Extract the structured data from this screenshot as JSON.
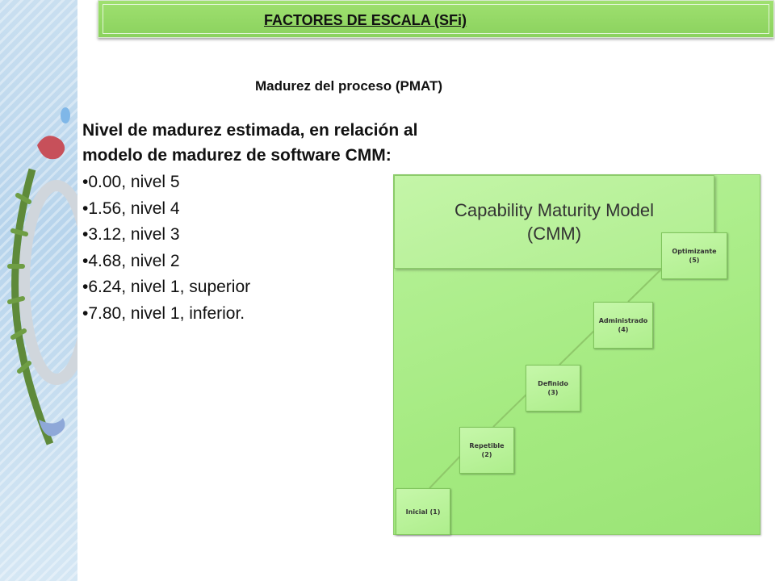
{
  "header": {
    "title": "FACTORES DE ESCALA (SFi)"
  },
  "subtitle": "Madurez del proceso (PMAT)",
  "content": {
    "intro": "Nivel de madurez estimada, en relación al modelo de madurez de software CMM:",
    "levels": [
      "•0.00, nivel 5",
      "•1.56, nivel 4",
      "•3.12, nivel 3",
      "•4.68, nivel 2",
      "•6.24, nivel 1, superior",
      "•7.80, nivel 1, inferior."
    ]
  },
  "diagram": {
    "title_line1": "Capability Maturity Model",
    "title_line2": "(CMM)",
    "stages": [
      {
        "label": "Inicial (1)",
        "line2": ""
      },
      {
        "label": "Repetible",
        "line2": "(2)"
      },
      {
        "label": "Definido",
        "line2": "(3)"
      },
      {
        "label": "Administrado",
        "line2": "(4)"
      },
      {
        "label": "Optimizante",
        "line2": "(5)"
      }
    ]
  },
  "colors": {
    "header_green": "#8bd25e",
    "diagram_green": "#a4ea80",
    "side_blue": "#b7d4ec"
  }
}
